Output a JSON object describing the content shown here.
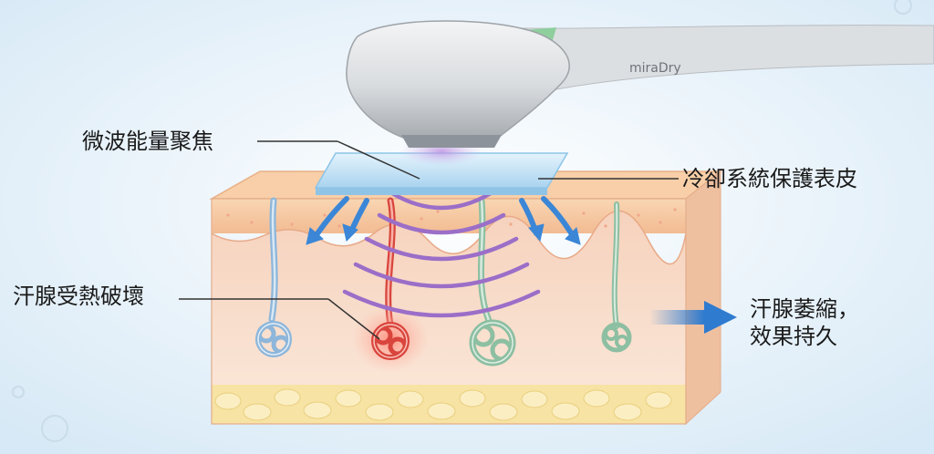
{
  "device": {
    "brand": "miraDry"
  },
  "labels": {
    "microwave_focus": "微波能量聚焦",
    "cooling_system": "冷卻系統保護表皮",
    "sweat_gland_destroyed": "汗腺受熱破壞",
    "result_line1": "汗腺萎縮，",
    "result_line2": "效果持久"
  },
  "colors": {
    "background": "#e6f1f9",
    "skin_top": "#f6c9a3",
    "dermis": "#f7d9c5",
    "fat": "#f7e3a4",
    "waves": "#9b6ec8",
    "arrows": "#3b86d6",
    "heated_gland": "#d9453d",
    "blue_gland": "#8db6da",
    "green_gland": "#8dbfa2",
    "cooling_plate": "#bfe0f5"
  }
}
